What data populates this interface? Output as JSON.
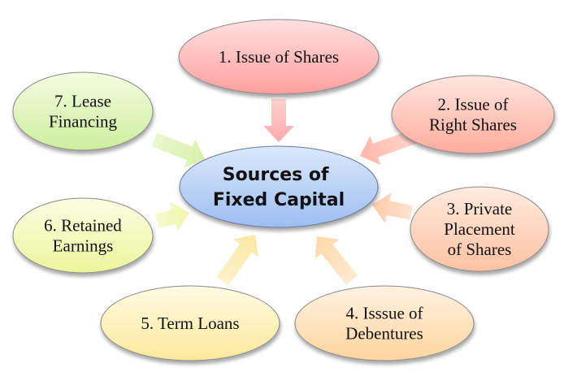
{
  "center": {
    "lines": [
      "Sources of",
      "Fixed Capital"
    ],
    "color_top": "#dbe8fb",
    "color_bottom": "#9dbdf3"
  },
  "nodes": [
    {
      "id": "issue-of-shares",
      "lines": [
        "1. Issue of Shares"
      ],
      "color_top": "#ffe0e0",
      "color_bottom": "#ff9e9e",
      "arrow_color": "#ffaaaa"
    },
    {
      "id": "issue-of-right-shares",
      "lines": [
        "2. Issue of",
        "Right Shares"
      ],
      "color_top": "#ffe6e0",
      "color_bottom": "#ffab9c",
      "arrow_color": "#ffb7a8"
    },
    {
      "id": "private-placement",
      "lines": [
        "3. Private",
        "Placement",
        "of Shares"
      ],
      "color_top": "#ffebe0",
      "color_bottom": "#ffc2a2",
      "arrow_color": "#ffcaa8"
    },
    {
      "id": "issue-of-debentures",
      "lines": [
        "4. Isssue of",
        "Debentures"
      ],
      "color_top": "#fff2e2",
      "color_bottom": "#ffd59e",
      "arrow_color": "#ffd8a8"
    },
    {
      "id": "term-loans",
      "lines": [
        "5. Term Loans"
      ],
      "color_top": "#fffbe4",
      "color_bottom": "#fbe99a",
      "arrow_color": "#fbe7a2"
    },
    {
      "id": "retained-earnings",
      "lines": [
        "6. Retained",
        "Earnings"
      ],
      "color_top": "#fcfde2",
      "color_bottom": "#ecf59c",
      "arrow_color": "#eef6a8"
    },
    {
      "id": "lease-financing",
      "lines": [
        "7. Lease",
        "Financing"
      ],
      "color_top": "#f4fce2",
      "color_bottom": "#cdee9c",
      "arrow_color": "#d6f2a8"
    }
  ]
}
